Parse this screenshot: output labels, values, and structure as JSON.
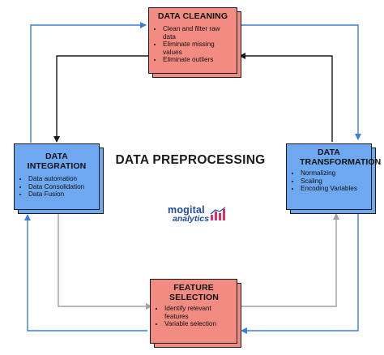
{
  "diagram": {
    "center_title": "DATA PREPROCESSING",
    "logo": {
      "line1": "mogital",
      "line2": "analytics",
      "bar_color": "#d6336c",
      "text_color": "#1f4aa8"
    },
    "colors": {
      "red_card": "#f28b82",
      "blue_card": "#6ea8f0",
      "blue_arrow": "#3b7dd8",
      "black_arrow": "#1a1a1a",
      "gray_arrow": "#a0a0a0"
    },
    "nodes": {
      "cleaning": {
        "title": "DATA CLEANING",
        "items": [
          "Clean and filter raw data",
          "Eliminate missing values",
          "Eliminate outliers"
        ]
      },
      "integration": {
        "title": "DATA INTEGRATION",
        "items": [
          "Data  automation",
          "Data Consolidation",
          "Data Fusion"
        ]
      },
      "transformation": {
        "title": "DATA TRANSFORMATION",
        "items": [
          "Normalizing",
          "Scaling",
          "Encoding Variables"
        ]
      },
      "selection": {
        "title": "FEATURE SELECTION",
        "items": [
          "Identify relevant features",
          "Variable selection"
        ]
      }
    }
  }
}
